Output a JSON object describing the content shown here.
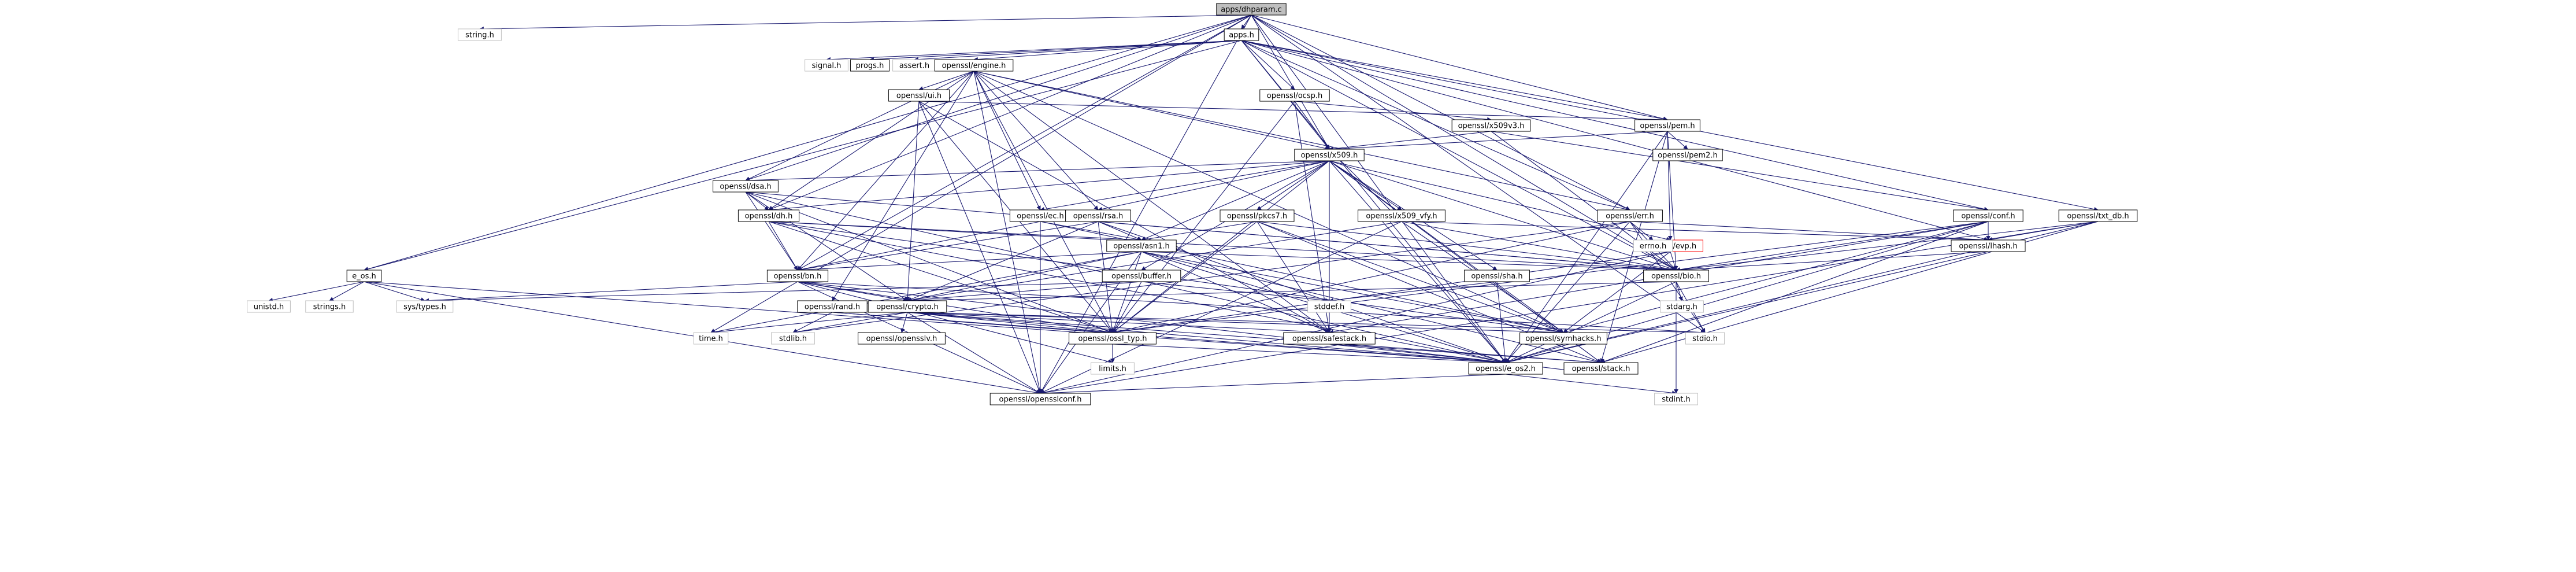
{
  "graph": {
    "root": "apps/dhparam.c",
    "colors": {
      "root_fill": "#bfbfbf",
      "link_fill": "#ffffff",
      "link_border": "#000000",
      "external_border": "#bfbfbf",
      "external_text": "#000000",
      "truncated_border": "#ff0000",
      "edge": "#191970",
      "background": "#ffffff"
    },
    "nodes": [
      {
        "id": "dhparam",
        "label": "apps/dhparam.c",
        "kind": "root"
      },
      {
        "id": "string",
        "label": "string.h",
        "kind": "external"
      },
      {
        "id": "apps",
        "label": "apps.h",
        "kind": "link"
      },
      {
        "id": "signal",
        "label": "signal.h",
        "kind": "external"
      },
      {
        "id": "progs",
        "label": "progs.h",
        "kind": "link"
      },
      {
        "id": "assert",
        "label": "assert.h",
        "kind": "external"
      },
      {
        "id": "engine",
        "label": "openssl/engine.h",
        "kind": "link"
      },
      {
        "id": "ocsp",
        "label": "openssl/ocsp.h",
        "kind": "link"
      },
      {
        "id": "ui",
        "label": "openssl/ui.h",
        "kind": "link"
      },
      {
        "id": "x509v3",
        "label": "openssl/x509v3.h",
        "kind": "link"
      },
      {
        "id": "pem",
        "label": "openssl/pem.h",
        "kind": "link"
      },
      {
        "id": "pem2",
        "label": "openssl/pem2.h",
        "kind": "link"
      },
      {
        "id": "x509",
        "label": "openssl/x509.h",
        "kind": "link"
      },
      {
        "id": "dsa",
        "label": "openssl/dsa.h",
        "kind": "link"
      },
      {
        "id": "dh",
        "label": "openssl/dh.h",
        "kind": "link"
      },
      {
        "id": "ec",
        "label": "openssl/ec.h",
        "kind": "link"
      },
      {
        "id": "rsa",
        "label": "openssl/rsa.h",
        "kind": "link"
      },
      {
        "id": "asn1",
        "label": "openssl/asn1.h",
        "kind": "link"
      },
      {
        "id": "pkcs7",
        "label": "openssl/pkcs7.h",
        "kind": "link"
      },
      {
        "id": "x509vfy",
        "label": "openssl/x509_vfy.h",
        "kind": "link"
      },
      {
        "id": "err",
        "label": "openssl/err.h",
        "kind": "link"
      },
      {
        "id": "conf",
        "label": "openssl/conf.h",
        "kind": "link"
      },
      {
        "id": "txtdb",
        "label": "openssl/txt_db.h",
        "kind": "link"
      },
      {
        "id": "evp",
        "label": "openssl/evp.h",
        "kind": "truncated"
      },
      {
        "id": "lhash",
        "label": "openssl/lhash.h",
        "kind": "link"
      },
      {
        "id": "bio",
        "label": "openssl/bio.h",
        "kind": "link"
      },
      {
        "id": "bn",
        "label": "openssl/bn.h",
        "kind": "link"
      },
      {
        "id": "buffer",
        "label": "openssl/buffer.h",
        "kind": "link"
      },
      {
        "id": "sha",
        "label": "openssl/sha.h",
        "kind": "link"
      },
      {
        "id": "e_os",
        "label": "e_os.h",
        "kind": "link"
      },
      {
        "id": "unistd",
        "label": "unistd.h",
        "kind": "external"
      },
      {
        "id": "strings",
        "label": "strings.h",
        "kind": "external"
      },
      {
        "id": "systypes",
        "label": "sys/types.h",
        "kind": "external"
      },
      {
        "id": "rand",
        "label": "openssl/rand.h",
        "kind": "link"
      },
      {
        "id": "crypto",
        "label": "openssl/crypto.h",
        "kind": "link"
      },
      {
        "id": "opensslv",
        "label": "openssl/opensslv.h",
        "kind": "link"
      },
      {
        "id": "ossltyp",
        "label": "openssl/ossl_typ.h",
        "kind": "link"
      },
      {
        "id": "safestack",
        "label": "openssl/safestack.h",
        "kind": "link"
      },
      {
        "id": "symhacks",
        "label": "openssl/symhacks.h",
        "kind": "link"
      },
      {
        "id": "eos2",
        "label": "openssl/e_os2.h",
        "kind": "link"
      },
      {
        "id": "stack",
        "label": "openssl/stack.h",
        "kind": "link"
      },
      {
        "id": "opensslconf",
        "label": "openssl/opensslconf.h",
        "kind": "link"
      },
      {
        "id": "time",
        "label": "time.h",
        "kind": "external"
      },
      {
        "id": "stdlib",
        "label": "stdlib.h",
        "kind": "external"
      },
      {
        "id": "stdio",
        "label": "stdio.h",
        "kind": "external"
      },
      {
        "id": "stddef",
        "label": "stddef.h",
        "kind": "external"
      },
      {
        "id": "errno",
        "label": "errno.h",
        "kind": "external"
      },
      {
        "id": "stdarg",
        "label": "stdarg.h",
        "kind": "external"
      },
      {
        "id": "limits",
        "label": "limits.h",
        "kind": "external"
      },
      {
        "id": "stdint",
        "label": "stdint.h",
        "kind": "external"
      }
    ],
    "edges": [
      [
        "dhparam",
        "string"
      ],
      [
        "dhparam",
        "apps"
      ],
      [
        "dhparam",
        "e_os"
      ],
      [
        "dhparam",
        "err"
      ],
      [
        "dhparam",
        "bio"
      ],
      [
        "dhparam",
        "bn"
      ],
      [
        "dhparam",
        "dh"
      ],
      [
        "dhparam",
        "x509"
      ],
      [
        "dhparam",
        "pem"
      ],
      [
        "dhparam",
        "dsa"
      ],
      [
        "dhparam",
        "eos2"
      ],
      [
        "dhparam",
        "opensslconf"
      ],
      [
        "dhparam",
        "time"
      ],
      [
        "dhparam",
        "stdio"
      ],
      [
        "apps",
        "signal"
      ],
      [
        "apps",
        "progs"
      ],
      [
        "apps",
        "assert"
      ],
      [
        "apps",
        "engine"
      ],
      [
        "apps",
        "ocsp"
      ],
      [
        "apps",
        "e_os"
      ],
      [
        "apps",
        "bio"
      ],
      [
        "apps",
        "x509"
      ],
      [
        "apps",
        "lhash"
      ],
      [
        "apps",
        "conf"
      ],
      [
        "apps",
        "txtdb"
      ],
      [
        "apps",
        "eos2"
      ],
      [
        "apps",
        "err"
      ],
      [
        "apps",
        "pem"
      ],
      [
        "engine",
        "opensslconf"
      ],
      [
        "engine",
        "bn"
      ],
      [
        "engine",
        "rsa"
      ],
      [
        "engine",
        "dsa"
      ],
      [
        "engine",
        "dh"
      ],
      [
        "engine",
        "ec"
      ],
      [
        "engine",
        "rand"
      ],
      [
        "engine",
        "ui"
      ],
      [
        "engine",
        "err"
      ],
      [
        "engine",
        "ossltyp"
      ],
      [
        "engine",
        "symhacks"
      ],
      [
        "engine",
        "x509"
      ],
      [
        "engine",
        "safestack"
      ],
      [
        "ocsp",
        "x509"
      ],
      [
        "ocsp",
        "x509v3"
      ],
      [
        "ocsp",
        "safestack"
      ],
      [
        "ocsp",
        "ossltyp"
      ],
      [
        "ui",
        "crypto"
      ],
      [
        "ui",
        "safestack"
      ],
      [
        "ui",
        "pem"
      ],
      [
        "ui",
        "ossltyp"
      ],
      [
        "ui",
        "opensslconf"
      ],
      [
        "x509v3",
        "x509"
      ],
      [
        "x509v3",
        "conf"
      ],
      [
        "x509v3",
        "bio"
      ],
      [
        "pem",
        "pem2"
      ],
      [
        "pem",
        "x509"
      ],
      [
        "pem",
        "evp"
      ],
      [
        "pem",
        "bio"
      ],
      [
        "pem",
        "stack"
      ],
      [
        "pem",
        "eos2"
      ],
      [
        "x509",
        "dsa"
      ],
      [
        "x509",
        "dh"
      ],
      [
        "x509",
        "ec"
      ],
      [
        "x509",
        "rsa"
      ],
      [
        "x509",
        "asn1"
      ],
      [
        "x509",
        "pkcs7"
      ],
      [
        "x509",
        "x509vfy"
      ],
      [
        "x509",
        "buffer"
      ],
      [
        "x509",
        "sha"
      ],
      [
        "x509",
        "evp"
      ],
      [
        "x509",
        "bio"
      ],
      [
        "x509",
        "stack"
      ],
      [
        "x509",
        "eos2"
      ],
      [
        "x509",
        "safestack"
      ],
      [
        "x509",
        "symhacks"
      ],
      [
        "x509",
        "ossltyp"
      ],
      [
        "dsa",
        "dh"
      ],
      [
        "dsa",
        "bn"
      ],
      [
        "dsa",
        "crypto"
      ],
      [
        "dsa",
        "bio"
      ],
      [
        "dsa",
        "ossltyp"
      ],
      [
        "dsa",
        "eos2"
      ],
      [
        "dh",
        "asn1"
      ],
      [
        "dh",
        "bn"
      ],
      [
        "dh",
        "bio"
      ],
      [
        "dh",
        "ossltyp"
      ],
      [
        "dh",
        "eos2"
      ],
      [
        "dh",
        "symhacks"
      ],
      [
        "ec",
        "asn1"
      ],
      [
        "ec",
        "symhacks"
      ],
      [
        "ec",
        "bn"
      ],
      [
        "ec",
        "opensslconf"
      ],
      [
        "rsa",
        "asn1"
      ],
      [
        "rsa",
        "bio"
      ],
      [
        "rsa",
        "bn"
      ],
      [
        "rsa",
        "crypto"
      ],
      [
        "rsa",
        "ossltyp"
      ],
      [
        "rsa",
        "eos2"
      ],
      [
        "asn1",
        "bio"
      ],
      [
        "asn1",
        "bn"
      ],
      [
        "asn1",
        "crypto"
      ],
      [
        "asn1",
        "ossltyp"
      ],
      [
        "asn1",
        "safestack"
      ],
      [
        "asn1",
        "stack"
      ],
      [
        "asn1",
        "symhacks"
      ],
      [
        "asn1",
        "time"
      ],
      [
        "asn1",
        "eos2"
      ],
      [
        "asn1",
        "opensslconf"
      ],
      [
        "pkcs7",
        "asn1"
      ],
      [
        "pkcs7",
        "stack"
      ],
      [
        "pkcs7",
        "symhacks"
      ],
      [
        "pkcs7",
        "safestack"
      ],
      [
        "pkcs7",
        "ossltyp"
      ],
      [
        "pkcs7",
        "bio"
      ],
      [
        "x509vfy",
        "x509"
      ],
      [
        "x509vfy",
        "bio"
      ],
      [
        "x509vfy",
        "crypto"
      ],
      [
        "x509vfy",
        "lhash"
      ],
      [
        "x509vfy",
        "symhacks"
      ],
      [
        "x509vfy",
        "opensslconf"
      ],
      [
        "err",
        "bio"
      ],
      [
        "err",
        "errno"
      ],
      [
        "err",
        "stdio"
      ],
      [
        "err",
        "stdlib"
      ],
      [
        "err",
        "eos2"
      ],
      [
        "err",
        "ossltyp"
      ],
      [
        "err",
        "lhash"
      ],
      [
        "conf",
        "bio"
      ],
      [
        "conf",
        "lhash"
      ],
      [
        "conf",
        "stack"
      ],
      [
        "conf",
        "safestack"
      ],
      [
        "conf",
        "eos2"
      ],
      [
        "conf",
        "ossltyp"
      ],
      [
        "conf",
        "symhacks"
      ],
      [
        "txtdb",
        "bio"
      ],
      [
        "txtdb",
        "lhash"
      ],
      [
        "txtdb",
        "stack"
      ],
      [
        "txtdb",
        "eos2"
      ],
      [
        "txtdb",
        "opensslconf"
      ],
      [
        "evp",
        "bio"
      ],
      [
        "evp",
        "ossltyp"
      ],
      [
        "evp",
        "symhacks"
      ],
      [
        "evp",
        "opensslconf"
      ],
      [
        "lhash",
        "bio"
      ],
      [
        "lhash",
        "eos2"
      ],
      [
        "bio",
        "crypto"
      ],
      [
        "bio",
        "eos2"
      ],
      [
        "bio",
        "stdio"
      ],
      [
        "bio",
        "stdarg"
      ],
      [
        "bio",
        "stdint"
      ],
      [
        "bn",
        "crypto"
      ],
      [
        "bn",
        "ossltyp"
      ],
      [
        "bn",
        "eos2"
      ],
      [
        "bn",
        "stdio"
      ],
      [
        "bn",
        "systypes"
      ],
      [
        "bn",
        "limits"
      ],
      [
        "bn",
        "opensslconf"
      ],
      [
        "buffer",
        "ossltyp"
      ],
      [
        "buffer",
        "stddef"
      ],
      [
        "buffer",
        "systypes"
      ],
      [
        "buffer",
        "crypto"
      ],
      [
        "sha",
        "eos2"
      ],
      [
        "sha",
        "stddef"
      ],
      [
        "e_os",
        "unistd"
      ],
      [
        "e_os",
        "strings"
      ],
      [
        "e_os",
        "systypes"
      ],
      [
        "e_os",
        "eos2"
      ],
      [
        "e_os",
        "opensslconf"
      ],
      [
        "rand",
        "stdlib"
      ],
      [
        "rand",
        "ossltyp"
      ],
      [
        "rand",
        "eos2"
      ],
      [
        "crypto",
        "stdlib"
      ],
      [
        "crypto",
        "stdio"
      ],
      [
        "crypto",
        "stack"
      ],
      [
        "crypto",
        "safestack"
      ],
      [
        "crypto",
        "opensslv"
      ],
      [
        "crypto",
        "ossltyp"
      ],
      [
        "crypto",
        "symhacks"
      ],
      [
        "crypto",
        "eos2"
      ],
      [
        "crypto",
        "opensslconf"
      ],
      [
        "crypto",
        "time"
      ],
      [
        "ossltyp",
        "eos2"
      ],
      [
        "ossltyp",
        "limits"
      ],
      [
        "safestack",
        "stack"
      ],
      [
        "safestack",
        "eos2"
      ],
      [
        "symhacks",
        "eos2"
      ],
      [
        "stack",
        "eos2"
      ],
      [
        "eos2",
        "opensslconf"
      ],
      [
        "eos2",
        "stdint"
      ]
    ]
  }
}
